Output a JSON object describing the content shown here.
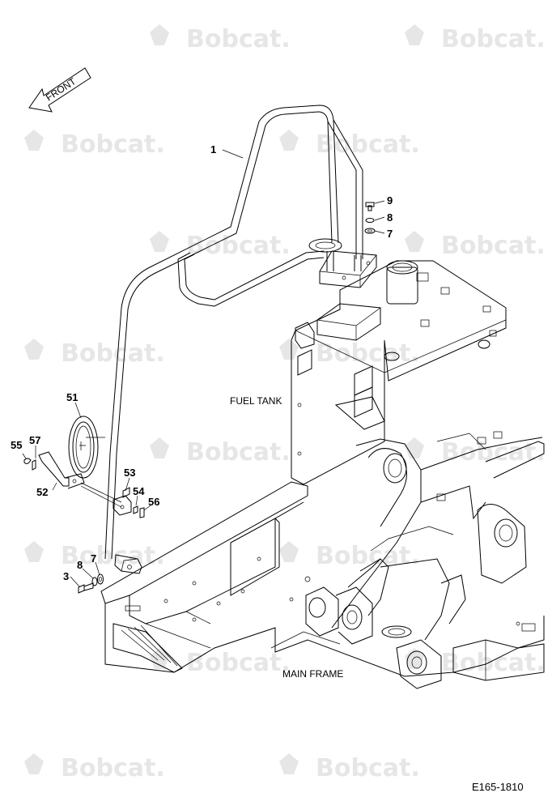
{
  "watermark": {
    "text": "Bobcat.",
    "color": "#e6e6e6"
  },
  "direction_arrow": {
    "text": "FRONT"
  },
  "labels": {
    "fuel_tank": "FUEL TANK",
    "main_frame": "MAIN FRAME"
  },
  "drawing_code": "E165-1810",
  "callouts": [
    "1",
    "9",
    "8",
    "7",
    "51",
    "55",
    "57",
    "52",
    "53",
    "54",
    "56",
    "3",
    "8",
    "7"
  ]
}
